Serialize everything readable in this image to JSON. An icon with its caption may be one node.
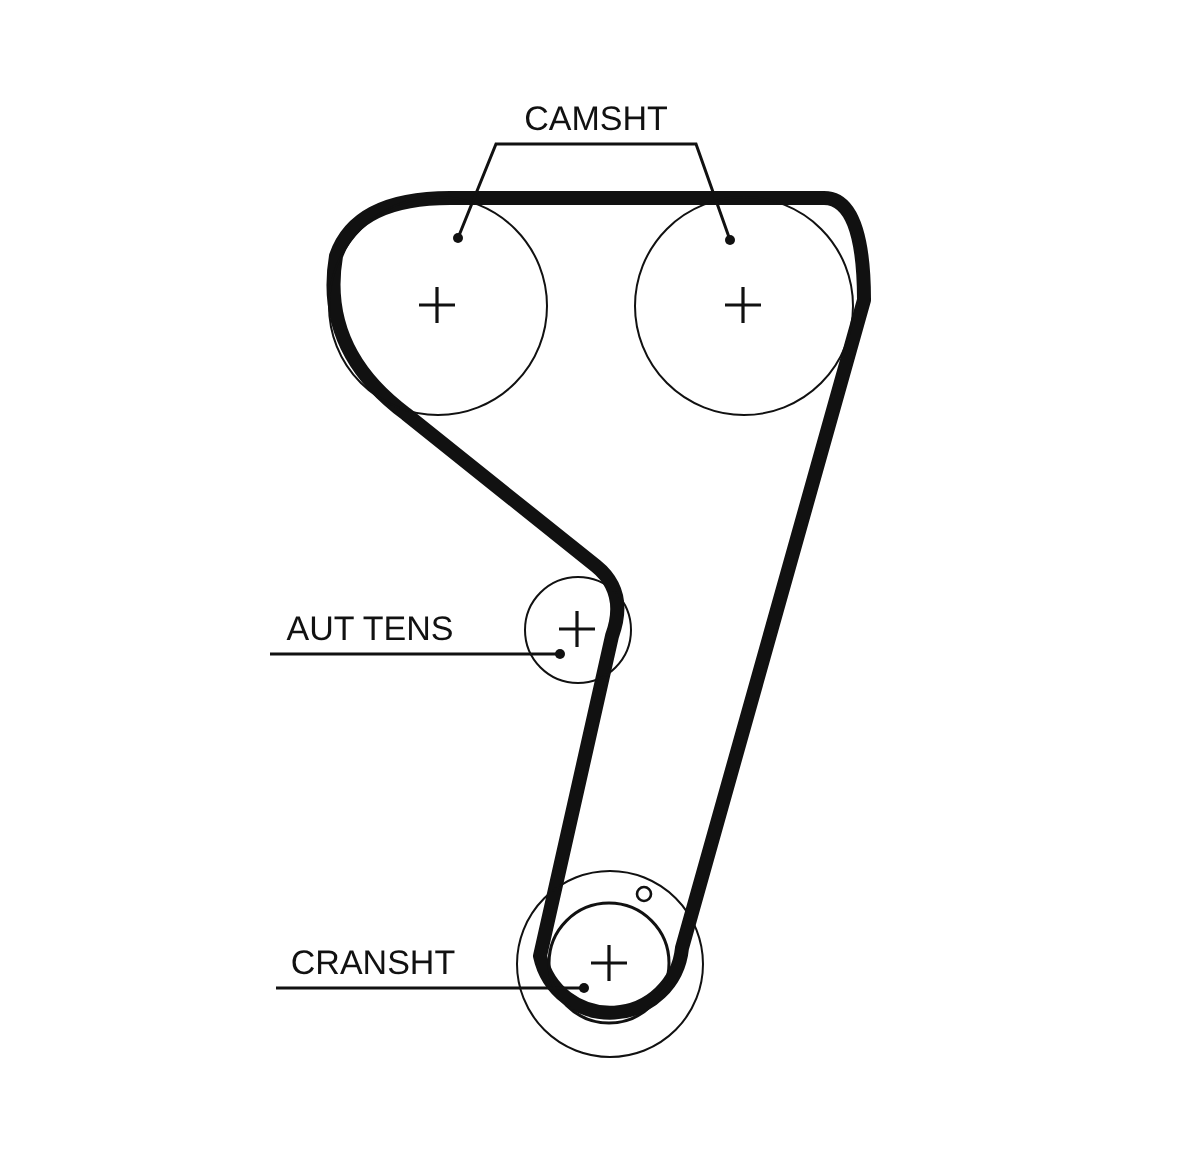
{
  "diagram": {
    "nodes": [
      {
        "text": [
          "CAMSHT"
        ]
      },
      {
        "text": [],
        "shape": "circle"
      },
      {
        "text": [],
        "shape": "circle"
      },
      {
        "text": [
          "AUT TENS"
        ]
      },
      {
        "text": [],
        "shape": "circle"
      },
      {
        "text": [
          "CRANSHT"
        ]
      },
      {
        "text": [],
        "shape": "circle"
      }
    ],
    "edges": [
      {
        "from": 0,
        "to": 1,
        "arrow": "other"
      },
      {
        "from": 0,
        "to": 2,
        "arrow": "other"
      },
      {
        "from": 3,
        "to": 4,
        "arrow": "other"
      },
      {
        "from": 5,
        "to": 6,
        "arrow": "other"
      }
    ]
  }
}
